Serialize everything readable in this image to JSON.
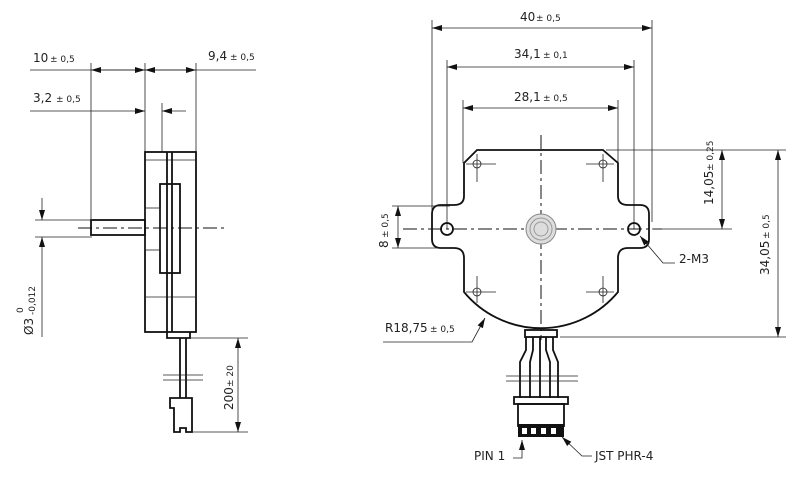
{
  "side_view": {
    "dim_shaft_length": {
      "value": "10",
      "tolerance": "± 0,5"
    },
    "dim_body_depth": {
      "value": "9,4",
      "tolerance": "± 0,5"
    },
    "dim_flange": {
      "value": "3,2",
      "tolerance": "± 0,5"
    },
    "dim_shaft_diameter": {
      "value": "Ø3",
      "upper_tolerance": "0",
      "lower_tolerance": "-0,012"
    },
    "dim_cable_length": {
      "value": "200",
      "tolerance": "± 20"
    }
  },
  "front_view": {
    "dim_overall_width": {
      "value": "40",
      "tolerance": "± 0,5"
    },
    "dim_mount_holes": {
      "value": "34,1",
      "tolerance": "± 0,1"
    },
    "dim_screw_spacing": {
      "value": "28,1",
      "tolerance": "± 0,5"
    },
    "dim_top_to_center": {
      "value": "14,05",
      "tolerance": "± 0,25"
    },
    "dim_overall_height": {
      "value": "34,05",
      "tolerance": "± 0,5"
    },
    "dim_ear_height": {
      "value": "8",
      "tolerance": "± 0,5"
    },
    "label_holes": "2-M3",
    "dim_radius": {
      "value": "R18,75",
      "tolerance": "± 0,5"
    },
    "label_pin1": "PIN 1",
    "label_connector": "JST PHR-4"
  }
}
